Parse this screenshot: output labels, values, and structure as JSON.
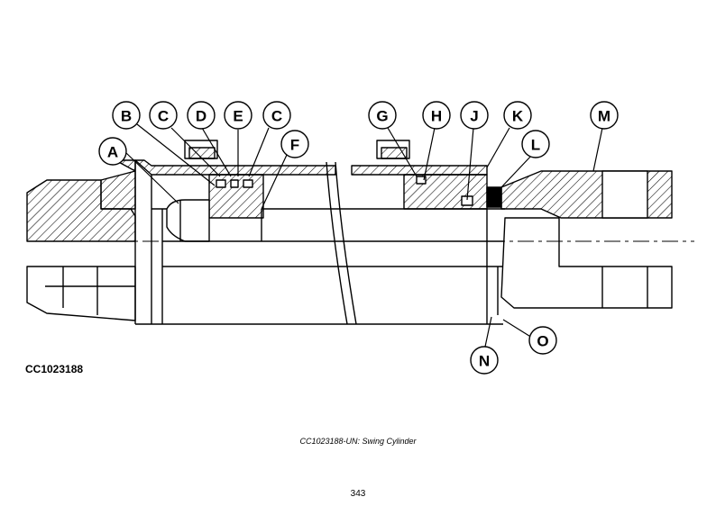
{
  "figure": {
    "id_label": "CC1023188",
    "caption": "CC1023188-UN: Swing Cylinder",
    "page_number": "343"
  },
  "callouts": {
    "A": "A",
    "B": "B",
    "C1": "C",
    "D": "D",
    "E": "E",
    "C2": "C",
    "F": "F",
    "G": "G",
    "H": "H",
    "J": "J",
    "K": "K",
    "L": "L",
    "M": "M",
    "N": "N",
    "O": "O"
  }
}
